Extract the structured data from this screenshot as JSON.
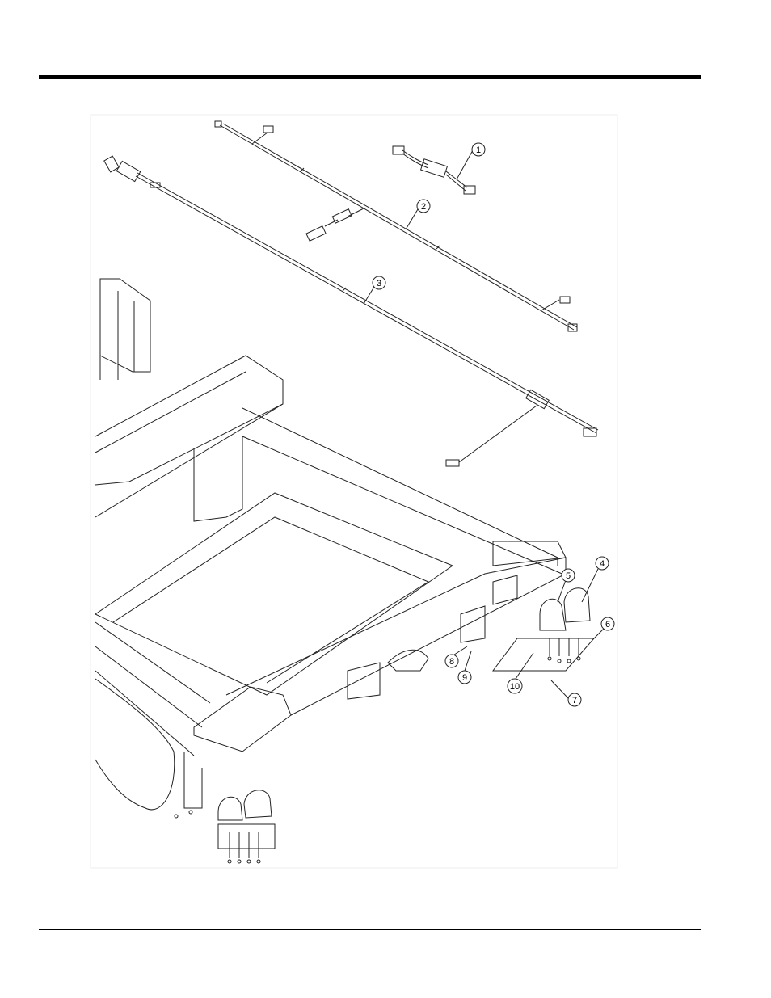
{
  "header": {
    "link_left": "",
    "link_right": ""
  },
  "callouts": [
    "1",
    "2",
    "3",
    "4",
    "5",
    "6",
    "7",
    "8",
    "9",
    "10"
  ]
}
